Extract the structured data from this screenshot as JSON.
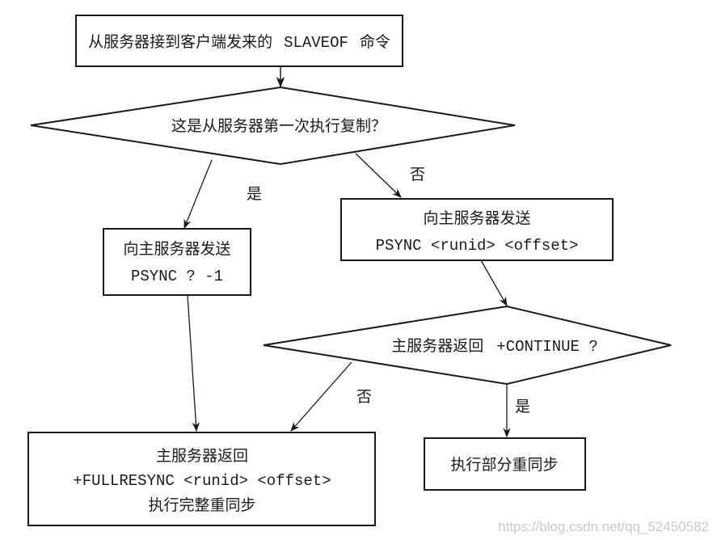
{
  "nodes": {
    "start": {
      "type": "process",
      "zh": "从服务器接到客户端发来的",
      "code": "SLAVEOF",
      "zh2": "命令"
    },
    "decision_first": {
      "type": "decision",
      "text": "这是从服务器第一次执行复制？"
    },
    "send_psync_full": {
      "type": "process",
      "line1": "向主服务器发送",
      "line2": "PSYNC ? -1"
    },
    "send_psync_partial": {
      "type": "process",
      "line1": "向主服务器发送",
      "line2": "PSYNC <runid> <offset>"
    },
    "decision_continue": {
      "type": "decision",
      "zh": "主服务器返回",
      "code": "+CONTINUE ?"
    },
    "full_resync": {
      "type": "process",
      "line1": "主服务器返回",
      "line2": "+FULLRESYNC <runid> <offset>",
      "line3": "执行完整重同步"
    },
    "partial_resync": {
      "type": "process",
      "line1": "执行部分重同步"
    }
  },
  "edge_labels": {
    "first_yes": "是",
    "first_no": "否",
    "continue_no": "否",
    "continue_yes": "是"
  },
  "watermark": "https://blog.csdn.net/qq_52450582",
  "colors": {
    "stroke": "#1a1a1a",
    "background": "#ffffff",
    "watermark": "#c9c9c9"
  }
}
